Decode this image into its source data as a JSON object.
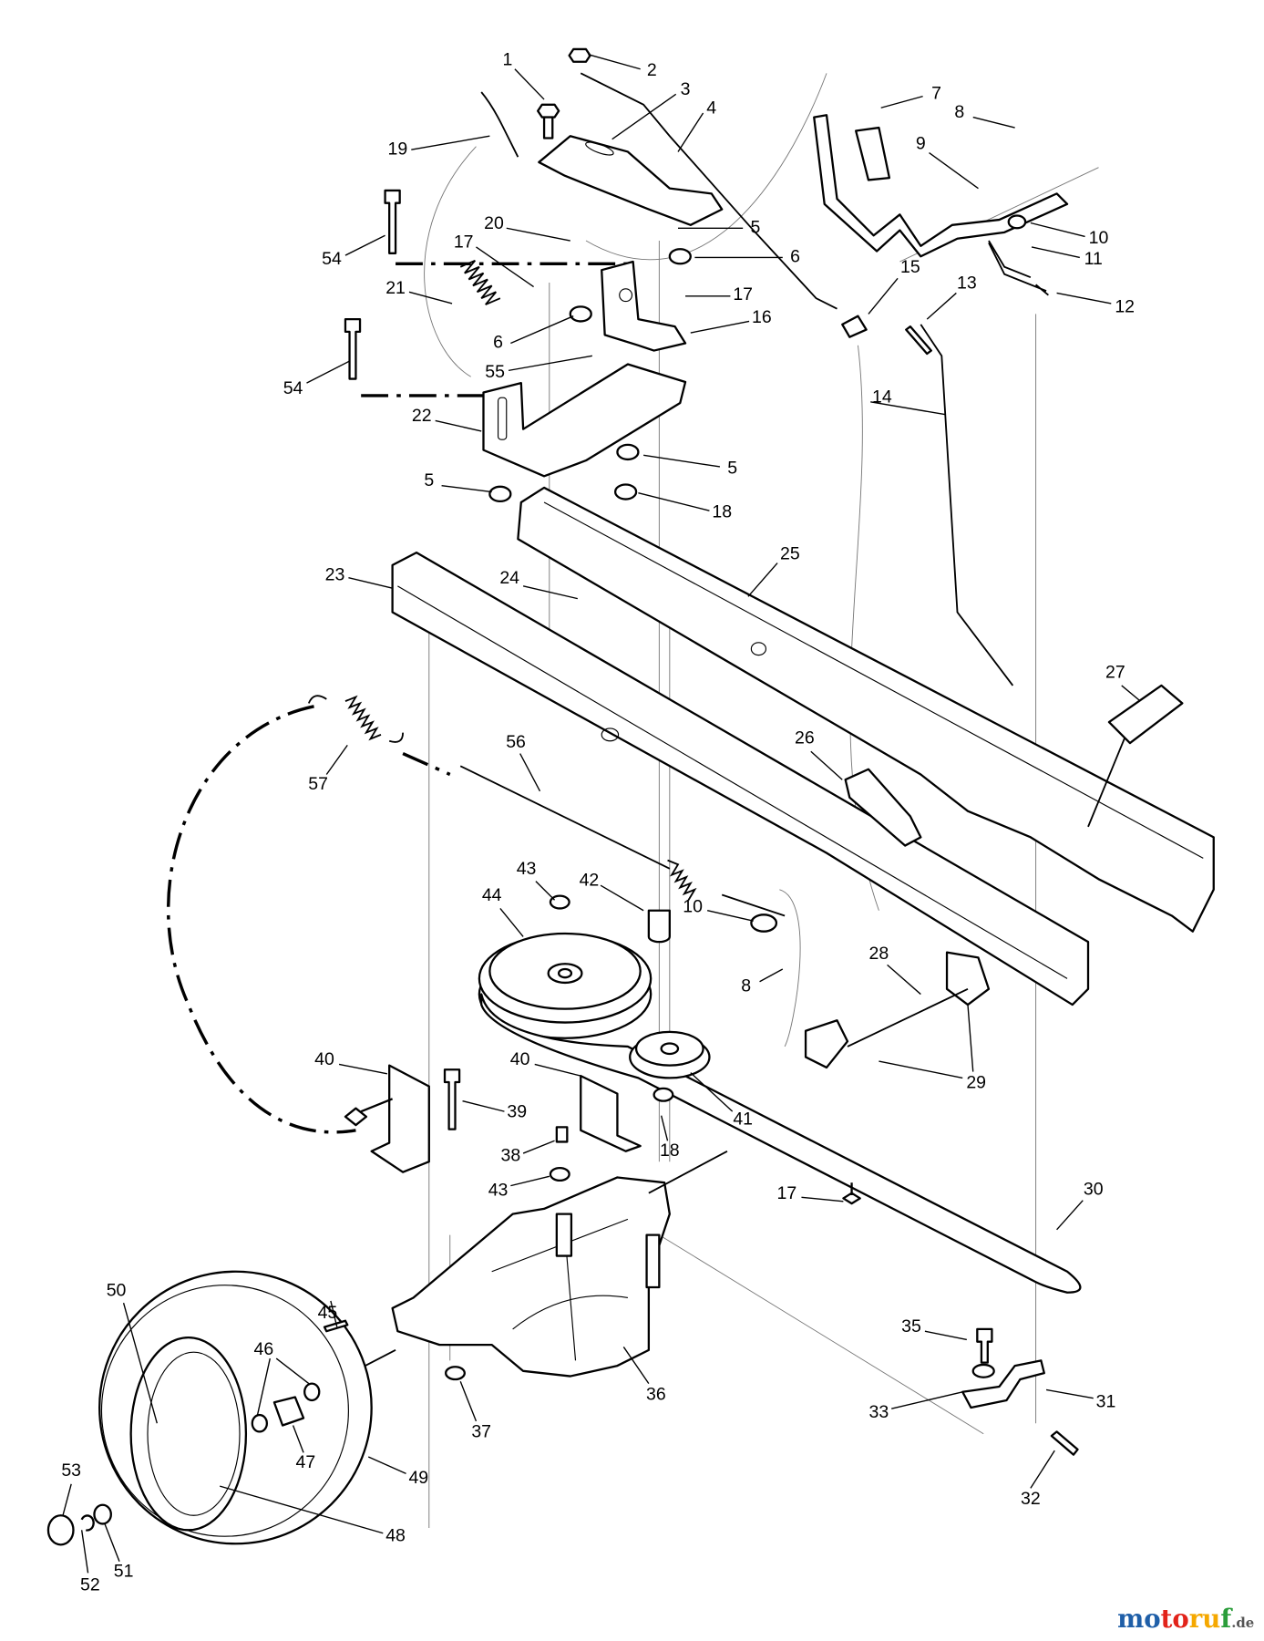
{
  "callouts": [
    "1",
    "2",
    "3",
    "4",
    "5",
    "6",
    "7",
    "8",
    "9",
    "10",
    "11",
    "12",
    "13",
    "14",
    "15",
    "16",
    "17",
    "17",
    "18",
    "19",
    "20",
    "21",
    "22",
    "23",
    "24",
    "25",
    "26",
    "27",
    "28",
    "29",
    "30",
    "31",
    "32",
    "33",
    "35",
    "36",
    "37",
    "38",
    "39",
    "40",
    "40",
    "41",
    "42",
    "43",
    "43",
    "44",
    "45",
    "46",
    "47",
    "48",
    "49",
    "50",
    "51",
    "52",
    "53",
    "54",
    "54",
    "55",
    "56",
    "57",
    "8",
    "10",
    "17",
    "18",
    "5",
    "5",
    "6",
    "29"
  ],
  "watermark": {
    "text_main": "motoruf",
    "text_suffix": ".de",
    "colors": [
      "#1f5fa8",
      "#e2231a",
      "#f5a800",
      "#2a9d3a"
    ]
  }
}
